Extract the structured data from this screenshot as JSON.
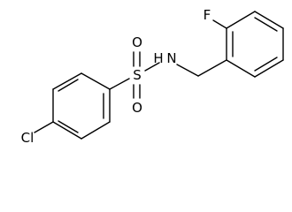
{
  "molecule": {
    "atoms": {
      "chlorine": "Cl",
      "sulfur": "S",
      "oxygen_top": "O",
      "oxygen_bottom": "O",
      "nitrogen": "N",
      "hydrogen": "H",
      "fluorine": "F"
    }
  }
}
